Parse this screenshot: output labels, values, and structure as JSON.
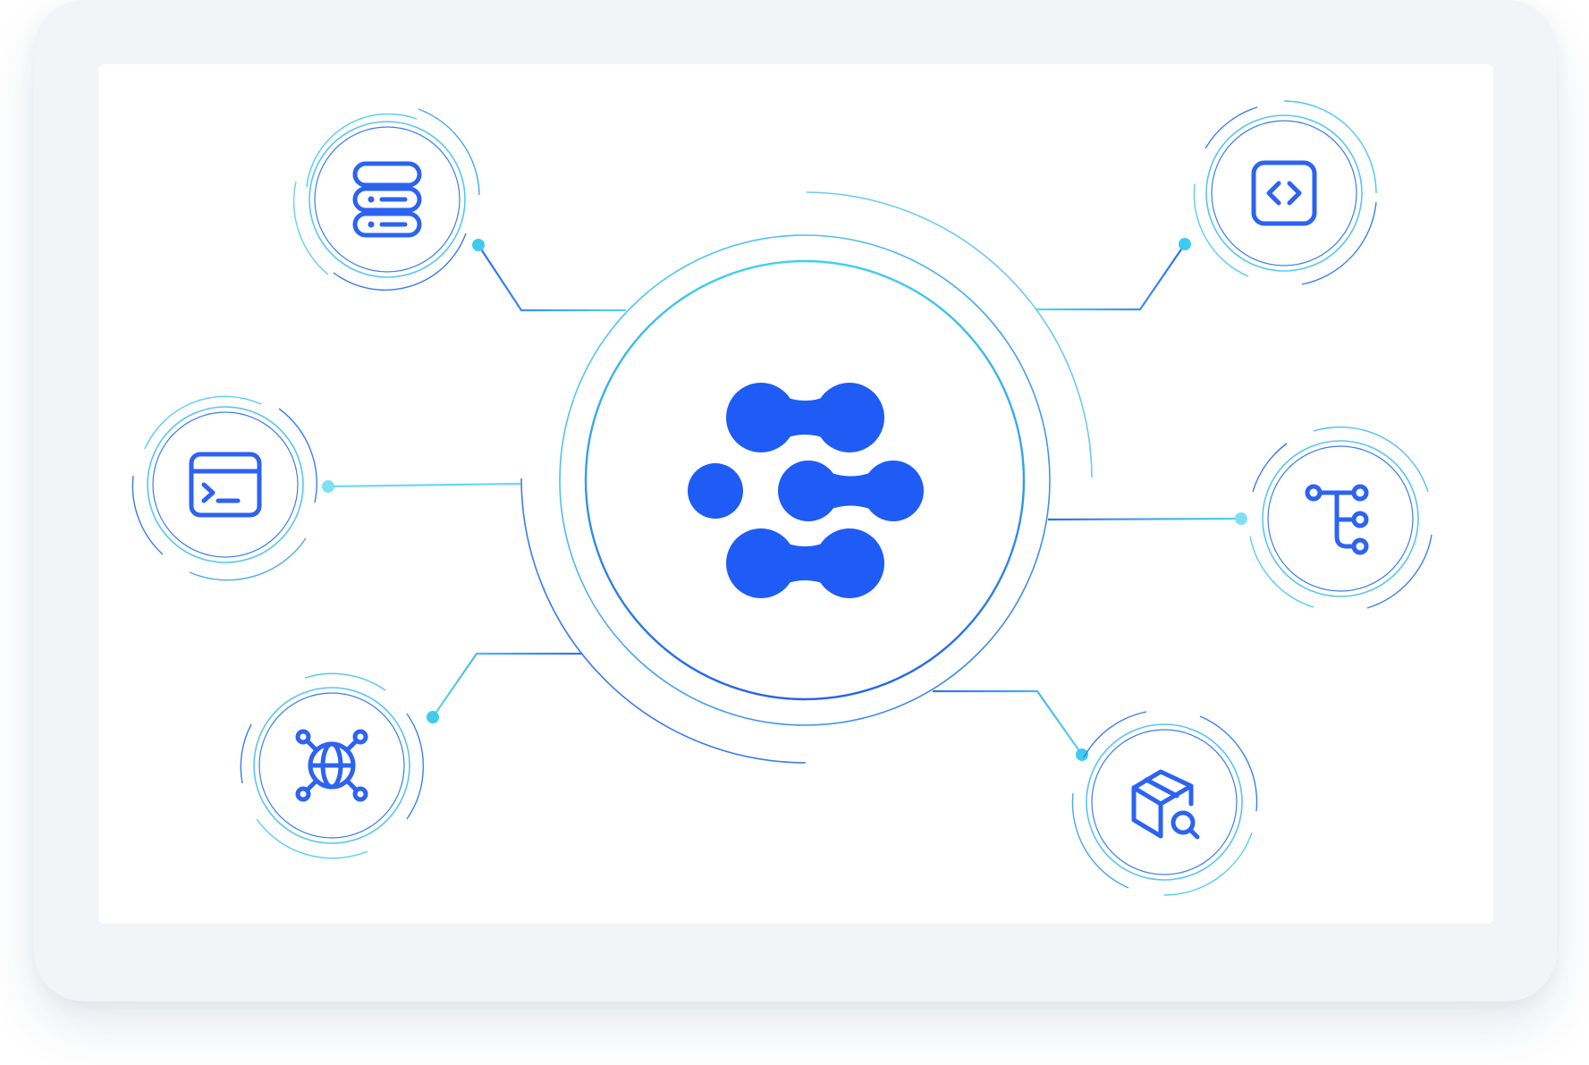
{
  "diagram": {
    "hub": {
      "icon": "platform-logo-icon"
    },
    "nodes": [
      {
        "id": "server",
        "icon": "server-stack-icon"
      },
      {
        "id": "code",
        "icon": "code-brackets-icon"
      },
      {
        "id": "terminal",
        "icon": "terminal-window-icon"
      },
      {
        "id": "tree",
        "icon": "tree-structure-icon"
      },
      {
        "id": "network",
        "icon": "network-globe-icon"
      },
      {
        "id": "package",
        "icon": "package-search-icon"
      }
    ]
  },
  "colors": {
    "frame": "#f2f4f8",
    "panel": "#ffffff",
    "brand_blue": "#1f5cf5",
    "icon_blue": "#2c63f0",
    "cyan": "#3fcbef",
    "light_cyan": "#7fdcf3"
  }
}
